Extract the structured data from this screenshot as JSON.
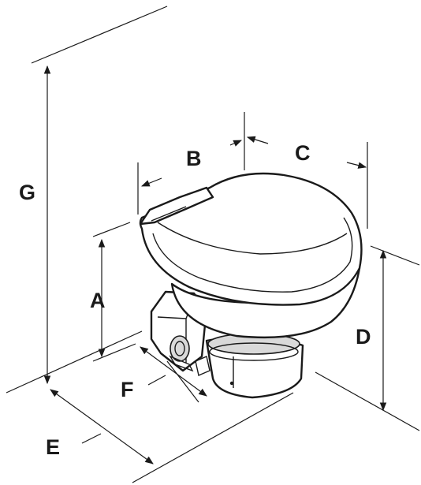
{
  "dimension_labels": {
    "a": "A",
    "b": "B",
    "c": "C",
    "d": "D",
    "e": "E",
    "f": "F",
    "g": "G"
  },
  "colors": {
    "line": "#1a1a1a",
    "background": "#ffffff",
    "shade": "#d9d9d9"
  }
}
